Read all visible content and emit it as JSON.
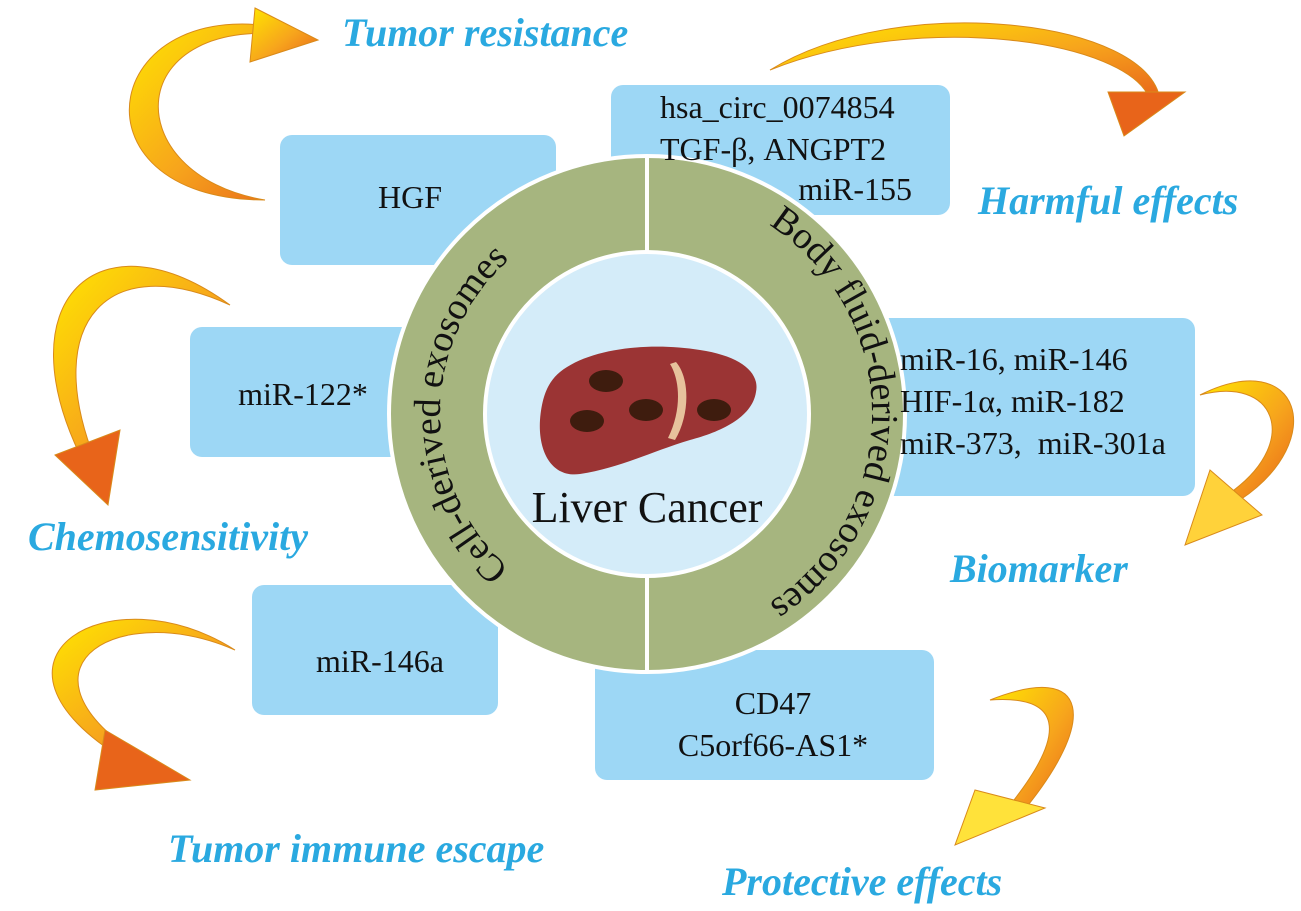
{
  "center": {
    "title": "Liver Cancer"
  },
  "ring": {
    "left_label": "Cell-derived exosomes",
    "right_label": "Body fluid-derived exosomes"
  },
  "categories": {
    "tumor_resistance": "Tumor resistance",
    "harmful_effects": "Harmful effects",
    "chemosensitivity": "Chemosensitivity",
    "biomarker": "Biomarker",
    "tumor_immune_escape": "Tumor immune escape",
    "protective_effects": "Protective effects"
  },
  "boxes": {
    "hgf": [
      "HGF"
    ],
    "harmful": [
      "hsa_circ_0074854",
      "TGF-β, ANGPT2",
      "miR-155"
    ],
    "mir122": [
      "miR-122*"
    ],
    "biomarker": [
      "miR-16, miR-146",
      "HIF-1α, miR-182",
      "miR-373,  miR-301a"
    ],
    "mir146a": [
      "miR-146a"
    ],
    "protective": [
      "CD47",
      "C5orf66-AS1*"
    ]
  },
  "colors": {
    "box_fill": "#9dd7f5",
    "ring_fill": "#a6b57f",
    "center_fill": "#d4ecf9",
    "label_color": "#2aa9e0",
    "arrow_start": "#ffe000",
    "arrow_end": "#ea6a10",
    "liver_fill": "#9b3434",
    "liver_spot": "#3e1c0e",
    "gallbladder": "#e7c29c"
  }
}
